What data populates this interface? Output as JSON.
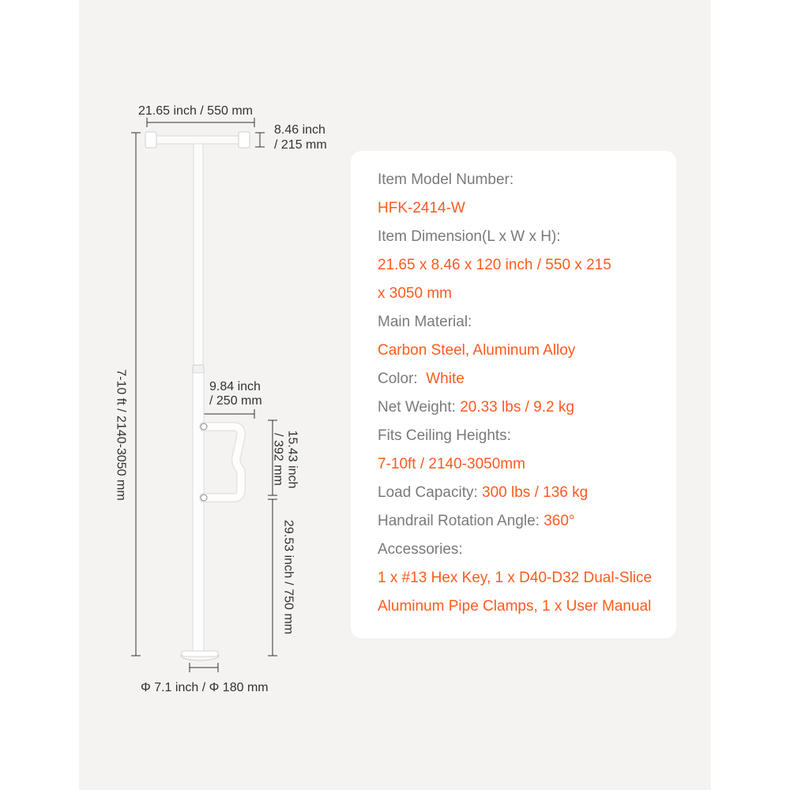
{
  "dimensions": {
    "top_width": "21.65 inch / 550 mm",
    "top_depth_line1": "8.46 inch",
    "top_depth_line2": "/ 215 mm",
    "total_height": "7-10 ft / 2140-3050 mm",
    "handrail_width_line1": "9.84 inch",
    "handrail_width_line2": "/ 250 mm",
    "handrail_height_line1": "15.43 inch",
    "handrail_height_line2": "/ 392 mm",
    "handrail_base_height": "29.53 inch / 750 mm",
    "base_diameter": "Φ 7.1 inch / Φ 180 mm"
  },
  "specs": {
    "model_label": "Item Model Number:",
    "model_value": "HFK-2414-W",
    "dimension_label": "Item Dimension(L x W x H):",
    "dimension_value_line1": "21.65 x 8.46 x 120 inch / 550 x 215",
    "dimension_value_line2": "x 3050 mm",
    "material_label": "Main Material:",
    "material_value": "Carbon Steel, Aluminum Alloy",
    "color_label": "Color:",
    "color_value": "White",
    "weight_label": "Net Weight:",
    "weight_value": "20.33 lbs / 9.2 kg",
    "ceiling_label": "Fits Ceiling Heights:",
    "ceiling_value": "7-10ft / 2140-3050mm",
    "load_label": "Load Capacity:",
    "load_value": "300 lbs / 136 kg",
    "rotation_label": "Handrail Rotation Angle:",
    "rotation_value": "360°",
    "accessories_label": "Accessories:",
    "accessories_value_line1": "1 x #13 Hex Key, 1 x D40-D32 Dual-Slice",
    "accessories_value_line2": "Aluminum Pipe Clamps, 1 x User Manual"
  },
  "colors": {
    "background": "#f4f3f2",
    "card": "#ffffff",
    "label_gray": "#7a7a7a",
    "value_orange": "#ff5a1f",
    "dimension_text": "#333333"
  }
}
